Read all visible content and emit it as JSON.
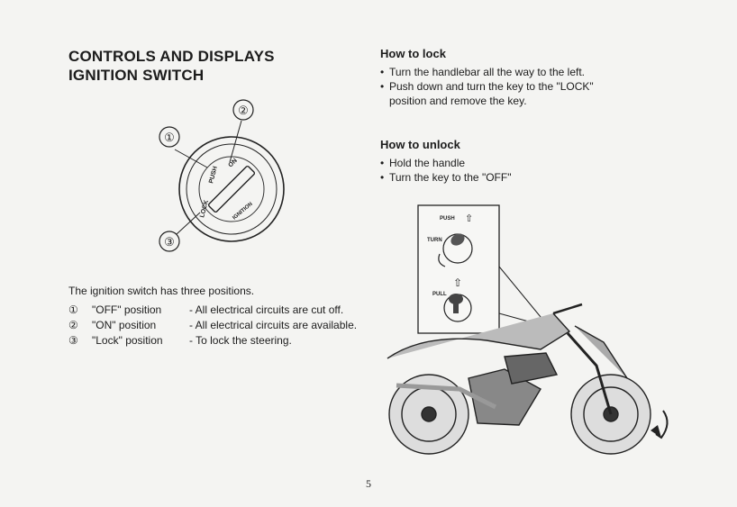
{
  "title": {
    "line1": "CONTROLS AND DISPLAYS",
    "line2": "IGNITION SWITCH"
  },
  "diagram": {
    "callouts": [
      "①",
      "②",
      "③"
    ],
    "switch_labels": [
      "PUSH",
      "ON",
      "LOCK",
      "IGNITION"
    ]
  },
  "intro": "The ignition switch has three positions.",
  "positions": [
    {
      "num": "①",
      "name": "\"OFF\" position",
      "desc": "- All electrical circuits are cut  off."
    },
    {
      "num": "②",
      "name": "\"ON\" position",
      "desc": "- All electrical circuits are available."
    },
    {
      "num": "③",
      "name": "\"Lock\" position",
      "desc": "- To lock the steering."
    }
  ],
  "how_to_lock": {
    "heading": "How to lock",
    "steps": [
      "Turn the handlebar all the way to the left.",
      "Push   down   and  turn the key to the \"LOCK\"",
      "position and remove the key."
    ]
  },
  "how_to_unlock": {
    "heading": "How to unlock",
    "steps": [
      "Hold the handle",
      "Turn the key to the \"OFF\""
    ]
  },
  "inset": {
    "push_label": "PUSH",
    "turn_label": "TURN",
    "pull_label": "PULL"
  },
  "page_number": "5"
}
